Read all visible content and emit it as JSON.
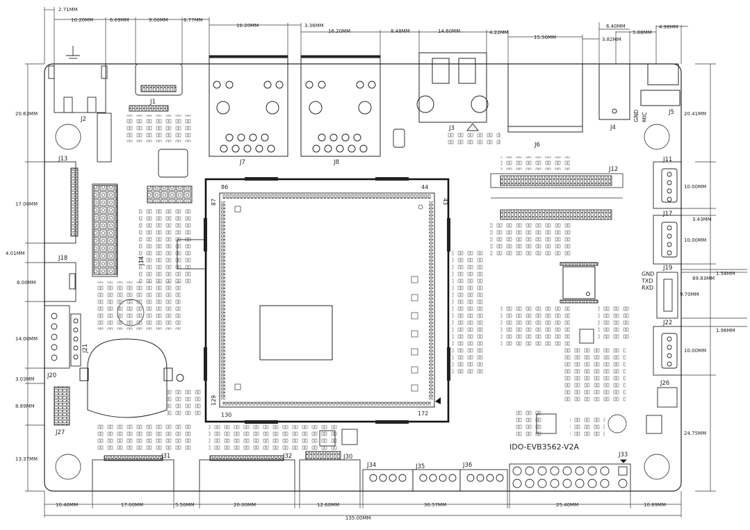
{
  "board": {
    "name": "IDO-EVB3562-V2A",
    "width_label": "135.00MM"
  },
  "connectors": {
    "j1": "J1",
    "j2": "J2",
    "j3": "J3",
    "j4": "J4",
    "j5": "J5",
    "j6": "J6",
    "j7": "J7",
    "j8": "J8",
    "j11": "J11",
    "j12": "J12",
    "j13": "J13",
    "j14": "J14",
    "j17": "J17",
    "j18": "J18",
    "j19": "J19",
    "j20": "J20",
    "j21": "J21",
    "j22": "J22",
    "j26": "J26",
    "j27": "J27",
    "j30": "J30",
    "j31": "J31",
    "j32": "J32",
    "j33": "J33",
    "j34": "J34",
    "j35": "J35",
    "j36": "J36"
  },
  "pin_labels": {
    "gnd": "GND",
    "mic": "MIC",
    "txd": "TXD",
    "rxd": "RXD",
    "gnd2": "GND",
    "p86": "86",
    "p44": "44",
    "p87": "87",
    "p43": "43",
    "p129": "129",
    "p130": "130",
    "p172": "172"
  },
  "dims_top": {
    "d1": "2.71MM",
    "d2": "10.20MM",
    "d3": "6.69MM",
    "d4": "9.00MM",
    "d5": "6.77MM",
    "d6": "16.20MM",
    "d7": "3.36MM",
    "d8": "16.20MM",
    "d9": "8.48MM",
    "d10": "14.60MM",
    "d11": "4.22MM",
    "d12": "15.50MM",
    "d13": "6.40MM",
    "d14": "3.82MM",
    "d15": "5.88MM",
    "d16": "4.98MM"
  },
  "dims_left": {
    "d1": "20.63MM",
    "d2": "17.00MM",
    "d3": "4.01MM",
    "d4": "8.00MM",
    "d5": "14.00MM",
    "d6": "3.03MM",
    "d7": "8.89MM",
    "d8": "13.37MM"
  },
  "dims_right": {
    "d1": "20.41MM",
    "d2": "10.00MM",
    "d3": "3.43MM",
    "d4": "10.00MM",
    "d5": "1.58MM",
    "d6": "89.83MM",
    "d7": "9.70MM",
    "d8": "1.96MM",
    "d9": "10.00MM",
    "d10": "24.75MM"
  },
  "dims_bottom": {
    "d1": "10.46MM",
    "d2": "17.00MM",
    "d3": "5.50MM",
    "d4": "20.00MM",
    "d5": "12.60MM",
    "d6": "30.57MM",
    "d7": "25.40MM",
    "d8": "10.89MM"
  }
}
